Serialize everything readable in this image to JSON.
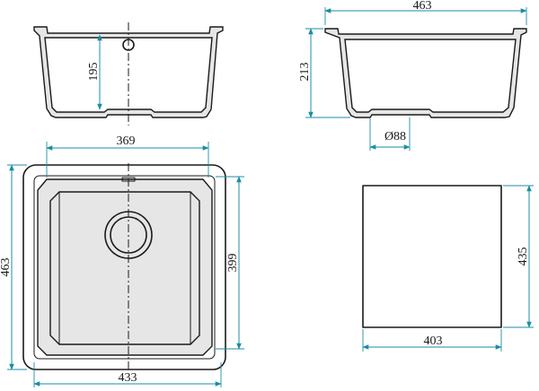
{
  "dimensions": {
    "front_depth": "195",
    "side_width": "463",
    "side_height": "213",
    "drain_diameter": "Ø88",
    "inner_width": "369",
    "outer_height": "463",
    "inner_height": "399",
    "outer_width": "433",
    "cutout_height": "435",
    "cutout_width": "403"
  },
  "colors": {
    "dimension_line": "#1b8ea5",
    "outline": "#1a1a1a"
  }
}
